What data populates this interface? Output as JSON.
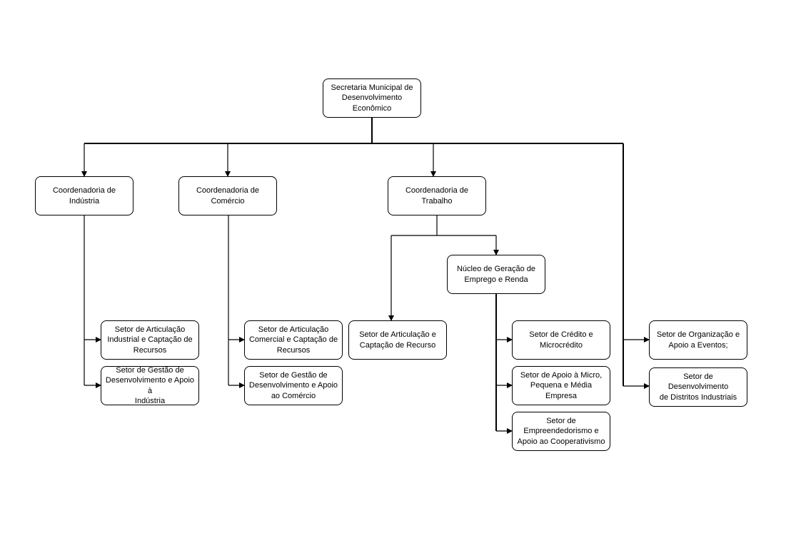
{
  "nodes": {
    "secretaria": "Secretaria Municipal de\nDesenvolvimento\nEconômico",
    "coord_industria": "Coordenadoria de\nIndústria",
    "coord_comercio": "Coordenadoria de\nComércio",
    "coord_trabalho": "Coordenadoria de\nTrabalho",
    "nucleo_geracao": "Núcleo de Geração de\nEmprego e Renda",
    "setor_art_industrial": "Setor de Articulação\nIndustrial e Captação de\nRecursos",
    "setor_gestao_industria": "Setor de Gestão de\nDesenvolvimento e Apoio à\nIndústria",
    "setor_art_comercial": "Setor de Articulação\nComercial e Captação de\nRecursos",
    "setor_gestao_comercio": "Setor de Gestão de\nDesenvolvimento e Apoio\nao Comércio",
    "setor_art_captacao": "Setor de Articulação e\nCaptação de Recurso",
    "setor_credito": "Setor de Crédito e\nMicrocrédito",
    "setor_apoio_micro": "Setor de Apoio à Micro,\nPequena e Média Empresa",
    "setor_empreendedorismo": "Setor de\nEmpreendedorismo e\nApoio ao Cooperativismo",
    "setor_eventos": "Setor de Organização e\nApoio a Eventos;",
    "setor_distritos": "Setor de Desenvolvimento\nde Distritos Industriais"
  }
}
